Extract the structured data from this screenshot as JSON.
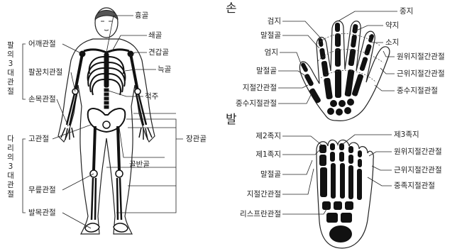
{
  "skeleton": {
    "arm_group_title": "팔의 3대관절",
    "leg_group_title": "다리의 3대관절",
    "labels": {
      "shoulder_joint": "어깨관절",
      "elbow_joint": "팔꿈치관절",
      "wrist_joint": "손목관절",
      "hip_joint": "고관절",
      "knee_joint": "무릎관절",
      "ankle_joint": "발목관절",
      "sternum": "흉골",
      "clavicle": "쇄골",
      "scapula": "견갑골",
      "rib": "늑골",
      "spine": "척주",
      "long_bone": "장관골",
      "pelvis": "골반골"
    }
  },
  "hand": {
    "title": "손",
    "labels": {
      "index_finger": "검지",
      "distal_phalanx": "말절골",
      "thumb": "엄지",
      "distal_phalanx_2": "말절골",
      "interphalangeal_joint": "지절간관절",
      "carpometacarpal_joint": "중수지절관절",
      "middle_finger": "중지",
      "ring_finger": "약지",
      "little_finger": "소지",
      "dip_joint": "원위지절간관절",
      "pip_joint": "근위지절간관절",
      "mcp_joint": "중수지절관절"
    }
  },
  "foot": {
    "title": "발",
    "labels": {
      "second_toe": "제2족지",
      "first_toe": "제1족지",
      "distal_phalanx": "말절골",
      "interphalangeal_joint": "지절간관절",
      "lisfranc_joint": "리스프란관절",
      "third_toe": "제3족지",
      "dip_joint": "원위지절간관절",
      "pip_joint": "근위지절간관절",
      "mtp_joint": "중족지절관절"
    }
  }
}
